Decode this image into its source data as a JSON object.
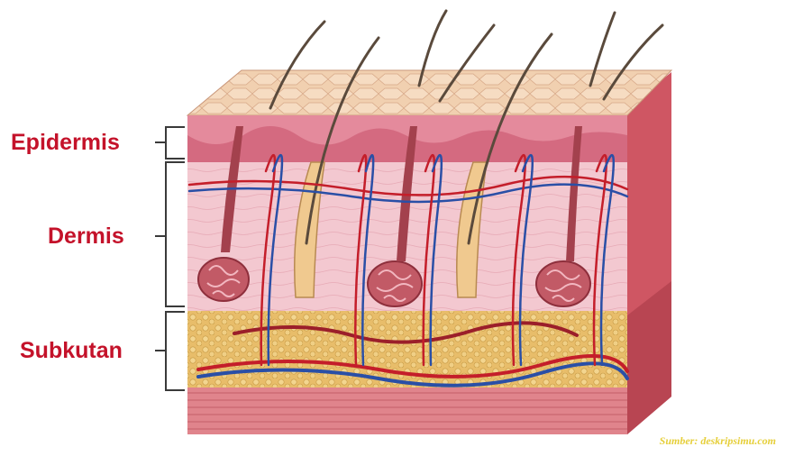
{
  "labels": {
    "epidermis": "Epidermis",
    "dermis": "Dermis",
    "subkutan": "Subkutan"
  },
  "source_credit": "Sumber: deskripsimu.com",
  "colors": {
    "label": "#c4122a",
    "bracket": "#3a3a3a",
    "epidermis_surface": "#efc9a8",
    "epidermis": "#e07c90",
    "dermis": "#f2c6cf",
    "subkutan_fat": "#e9c06a",
    "muscle": "#d9707a",
    "artery": "#c41e2a",
    "vein": "#2a4fa6",
    "hair": "#5a4a3c",
    "credit": "#e6cf3a"
  }
}
